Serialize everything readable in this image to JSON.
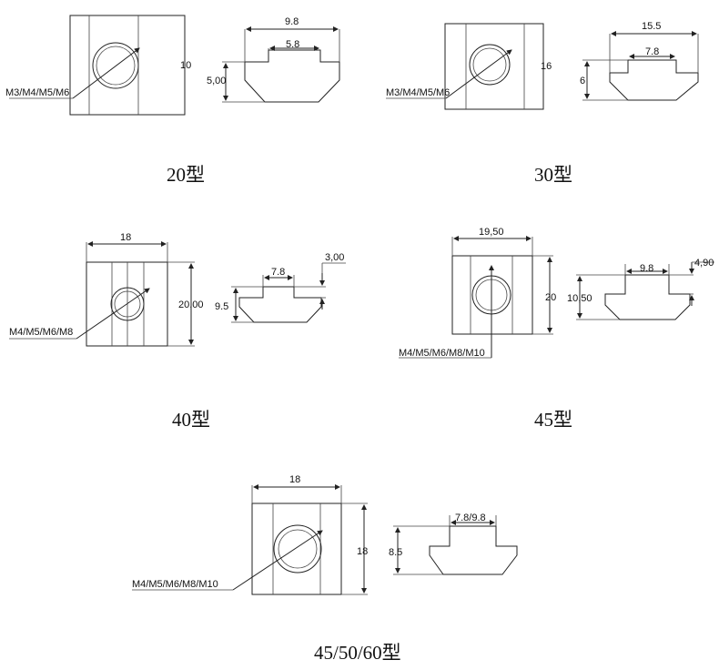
{
  "captions": {
    "m20": "20型",
    "m30": "30型",
    "m40": "40型",
    "m45": "45型",
    "m456": "45/50/60型"
  },
  "dims": {
    "m20": {
      "width": "9.8",
      "slot": "5.8",
      "side": "10",
      "height": "5,00",
      "thread": "M3/M4/M5/M6"
    },
    "m30": {
      "width": "15.5",
      "slot": "7.8",
      "side": "16",
      "height": "6",
      "thread": "M3/M4/M5/M6"
    },
    "m40": {
      "top": "18",
      "side": "20,00",
      "thread": "M4/M5/M6/M8",
      "slot": "7.8",
      "step": "3,00",
      "height": "9.5"
    },
    "m45": {
      "top": "19,50",
      "side": "20",
      "thread": "M4/M5/M6/M8/M10",
      "slot": "9.8",
      "step": "4,90",
      "height": "10,50"
    },
    "m456": {
      "top": "18",
      "side": "18",
      "thread": "M4/M5/M6/M8/M10",
      "slot": "7.8/9.8",
      "height": "8.5"
    }
  }
}
